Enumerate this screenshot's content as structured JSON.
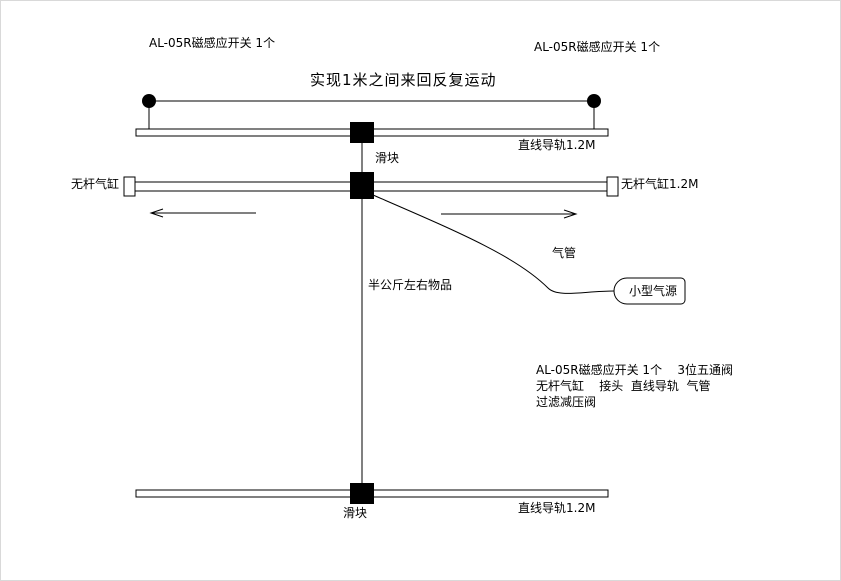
{
  "diagram": {
    "title": "实现1米之间来回反复运动",
    "sensor_left": "AL-05R磁感应开关 1个",
    "sensor_right": "AL-05R磁感应开关 1个",
    "rail_top": "直线导轨1.2M",
    "rail_bottom": "直线导轨1.2M",
    "slider_top": "滑块",
    "slider_bottom": "滑块",
    "cylinder_left": "无杆气缸",
    "cylinder_right": "无杆气缸1.2M",
    "tube": "气管",
    "air_source": "小型气源",
    "load": "半公斤左右物品",
    "bom": {
      "line1": "AL-05R磁感应开关 1个    3位五通阀",
      "line2": "无杆气缸    接头  直线导轨  气管",
      "line3": "过滤减压阀"
    },
    "colors": {
      "line": "#000000",
      "background": "#ffffff"
    }
  }
}
